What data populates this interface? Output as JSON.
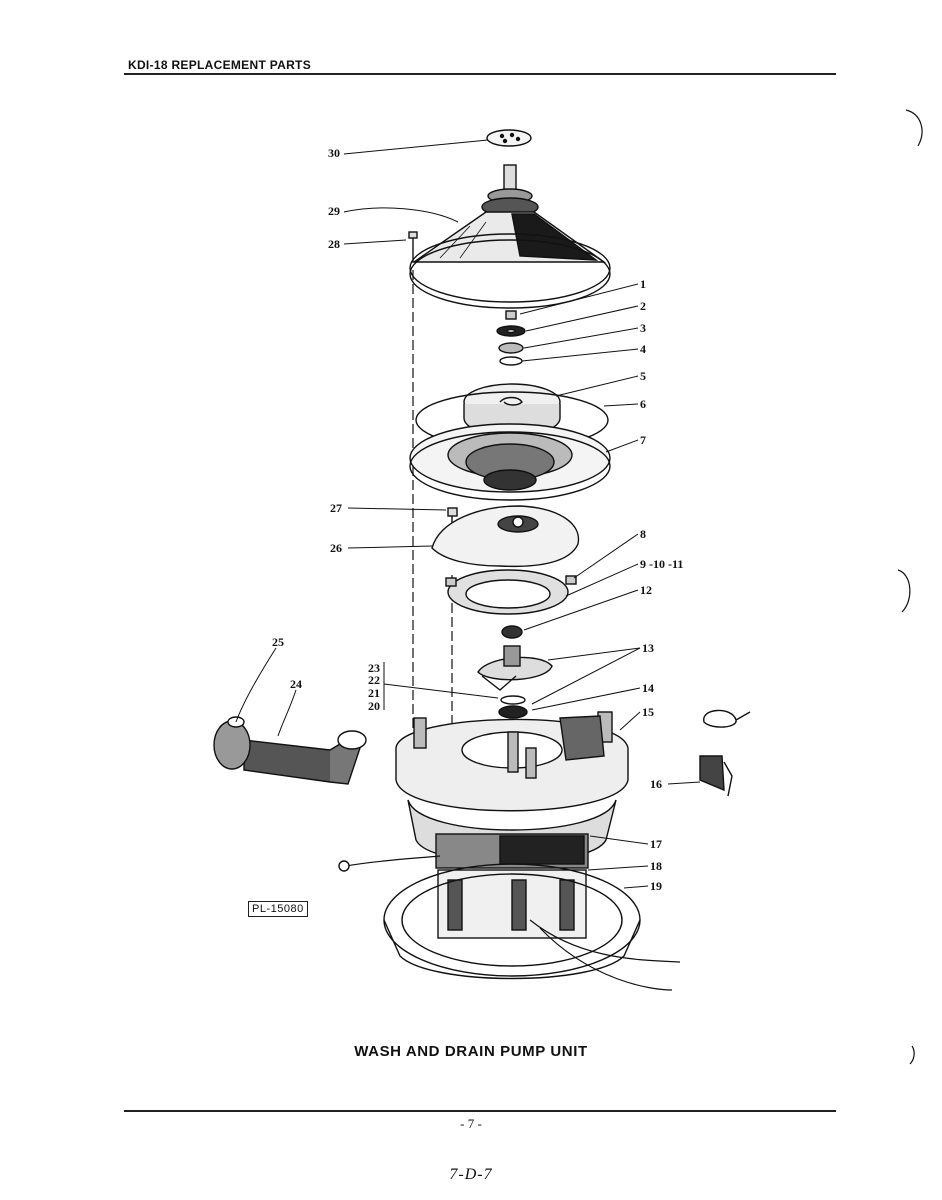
{
  "header": {
    "title": "KDI-18 REPLACEMENT PARTS"
  },
  "diagram": {
    "callouts": [
      "30",
      "29",
      "28",
      "1",
      "2",
      "3",
      "4",
      "5",
      "6",
      "7",
      "27",
      "26",
      "8",
      "9 -10 -11",
      "12",
      "25",
      "24",
      "23",
      "22",
      "21",
      "20",
      "13",
      "14",
      "15",
      "16",
      "17",
      "18",
      "19"
    ],
    "plate_number": "PL-15080"
  },
  "caption": "WASH AND DRAIN PUMP UNIT",
  "footer": {
    "page_number": "- 7 -",
    "page_code": "7-D-7"
  }
}
